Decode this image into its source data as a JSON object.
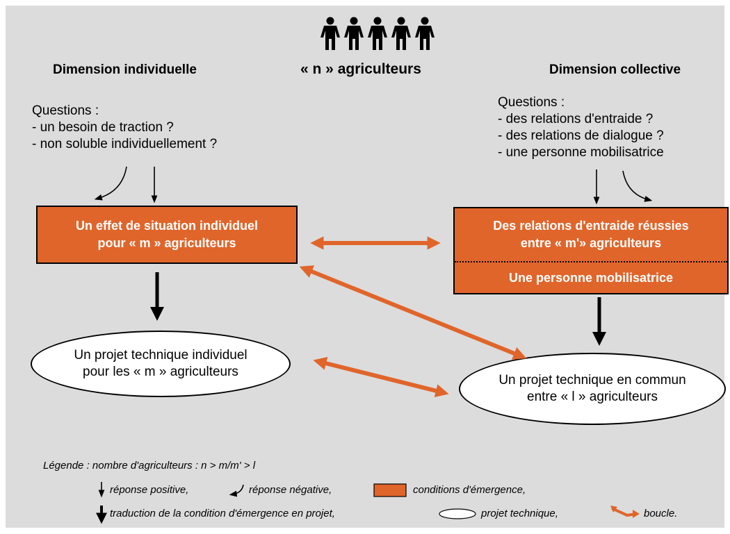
{
  "header": {
    "people_count": 5,
    "group_label": "« n » agriculteurs"
  },
  "left": {
    "heading": "Dimension individuelle",
    "questions": [
      "Questions :",
      "- un besoin de traction ?",
      "- non soluble individuellement ?"
    ],
    "condition_box": [
      "Un effet de situation individuel",
      "pour « m » agriculteurs"
    ],
    "project": [
      "Un projet technique individuel",
      "pour les « m » agriculteurs"
    ]
  },
  "right": {
    "heading": "Dimension collective",
    "questions": [
      "Questions :",
      "- des relations d'entraide ?",
      "- des relations de dialogue ?",
      "- une personne mobilisatrice"
    ],
    "condition_box_top": [
      "Des relations d'entraide réussies",
      "entre « m'» agriculteurs"
    ],
    "condition_box_bottom": "Une personne mobilisatrice",
    "project": [
      "Un projet technique en commun",
      "entre « l » agriculteurs"
    ]
  },
  "legend": {
    "title": "Légende : nombre d'agriculteurs : n > m/m' > l",
    "positive": "réponse positive,",
    "negative": "réponse négative,",
    "conditions": "conditions d'émergence,",
    "translation": "traduction de la condition d'émergence en projet,",
    "project": "projet technique,",
    "loop": "boucle."
  },
  "colors": {
    "orange": "#e0652b",
    "background": "#dcdcdc"
  }
}
